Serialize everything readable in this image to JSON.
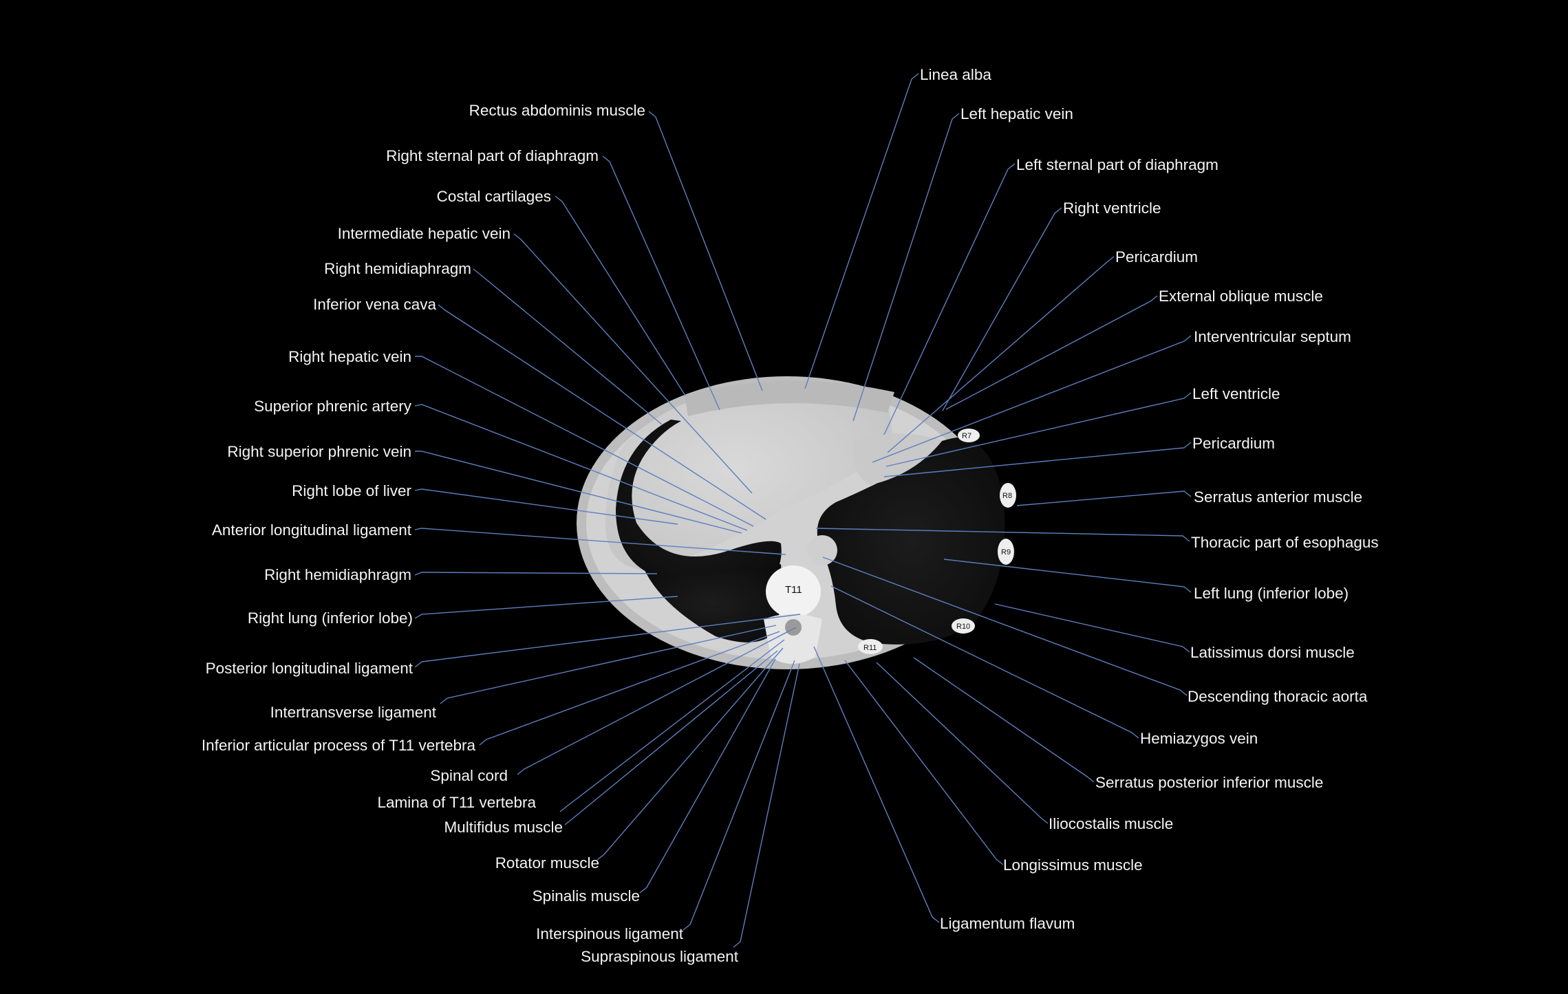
{
  "scan": {
    "vertebra_label": "T11",
    "rib_labels": [
      "R7",
      "R8",
      "R9",
      "R10",
      "R11"
    ]
  },
  "colors": {
    "background": "#000000",
    "label_text": "#f4f4f4",
    "leader_line": "#5d7fc0"
  },
  "labels": [
    "Linea alba",
    "Left hepatic vein",
    "Left sternal part of diaphragm",
    "Right ventricle",
    "Pericardium",
    "External oblique muscle",
    "Interventricular septum",
    "Left ventricle",
    "Pericardium",
    "Serratus anterior muscle",
    "Thoracic part of esophagus",
    "Left lung (inferior lobe)",
    "Latissimus dorsi muscle",
    "Descending thoracic aorta",
    "Hemiazygos vein",
    "Serratus posterior inferior muscle",
    "Iliocostalis muscle",
    "Longissimus muscle",
    "Ligamentum flavum",
    "Rectus abdominis muscle",
    "Right sternal part of diaphragm",
    "Costal cartilages",
    "Intermediate hepatic vein",
    "Right hemidiaphragm",
    "Inferior vena cava",
    "Right hepatic vein",
    "Superior phrenic artery",
    "Right superior phrenic vein",
    "Right lobe of liver",
    "Anterior longitudinal ligament",
    "Right hemidiaphragm",
    "Right lung (inferior lobe)",
    "Posterior longitudinal ligament",
    "Intertransverse ligament",
    "Inferior articular process of T11 vertebra",
    "Spinal cord",
    "Lamina of T11 vertebra",
    "Multifidus muscle",
    "Rotator muscle",
    "Spinalis muscle",
    "Interspinous ligament",
    "Supraspinous ligament"
  ]
}
